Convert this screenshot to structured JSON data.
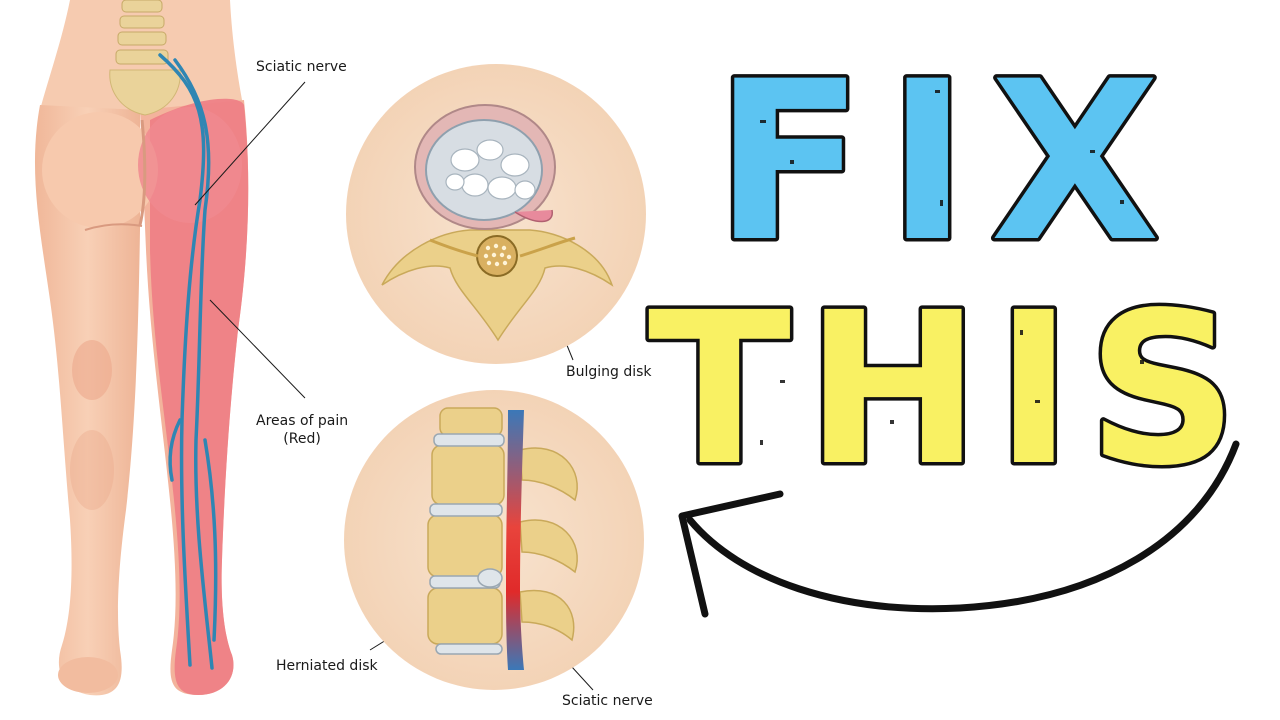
{
  "labels": {
    "sciatic_nerve_top": "Sciatic nerve",
    "areas_of_pain_line1": "Areas of pain",
    "areas_of_pain_line2": "(Red)",
    "bulging_disk": "Bulging disk",
    "herniated_disk": "Herniated disk",
    "sciatic_nerve_bottom": "Sciatic nerve"
  },
  "headline": {
    "word1": "FIX",
    "word2": "THIS"
  },
  "colors": {
    "skin": "#f5c6a8",
    "skin_shadow": "#e9a98a",
    "pain_red": "#ee7d85",
    "nerve_blue": "#3a8fb5",
    "circle_bg": "#f7e0cb",
    "bone": "#e9d193",
    "disk_gray": "#cfd6dd",
    "fix_blue": "#5cc4f2",
    "this_yellow": "#f9f163",
    "outline": "#111111"
  },
  "icons": {
    "arrow": "curved-arrow-icon"
  }
}
